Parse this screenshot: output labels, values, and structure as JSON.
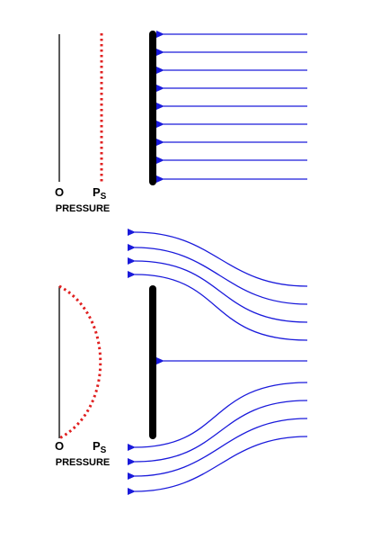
{
  "colors": {
    "flow_arrow": "#1a1adb",
    "pressure_curve": "#e02020",
    "plate": "#000000",
    "axis": "#000000"
  },
  "panel_top": {
    "zero_label": "O",
    "ps_label": "P",
    "ps_subscript": "S",
    "axis_label": "PRESSURE",
    "arrow_count": 9
  },
  "panel_bottom": {
    "zero_label": "O",
    "ps_label": "P",
    "ps_subscript": "S",
    "axis_label": "PRESSURE"
  }
}
